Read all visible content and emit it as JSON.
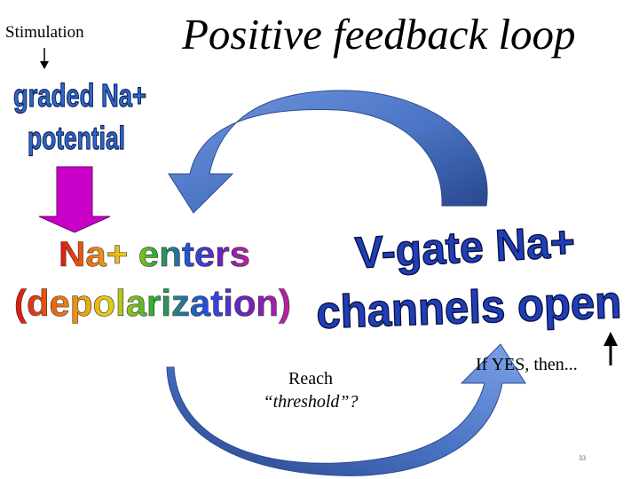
{
  "slide": {
    "stimulation_label": "Stimulation",
    "title": "Positive feedback loop",
    "graded_line1": "graded Na+",
    "graded_line2": "potential",
    "na_enters": "Na+ enters",
    "depolarization": "(depolarization)",
    "vgate_line1": "V-gate Na+",
    "vgate_line2": "channels open",
    "reach_line1": "Reach",
    "reach_line2": "“threshold”?",
    "if_yes": "If YES, then...",
    "page_number": "33"
  },
  "colors": {
    "loop_arrow": "#4a74c4",
    "loop_arrow_dark": "#27458a",
    "down_arrow": "#c800c8",
    "graded_text": "#2f66c8",
    "vgate_text": "#1f3fb8"
  }
}
